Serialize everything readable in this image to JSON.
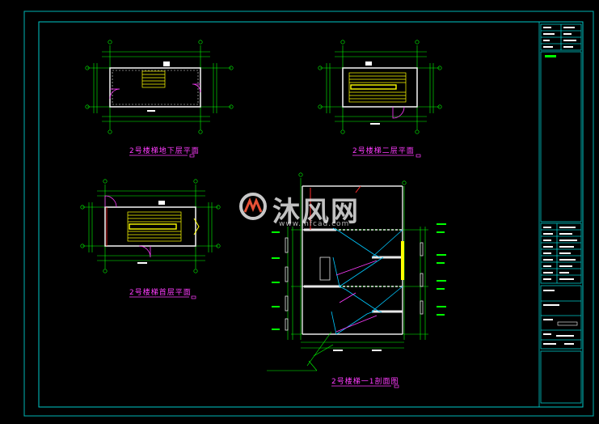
{
  "drawing": {
    "colors": {
      "background": "#000000",
      "frame": "#00c8c8",
      "wall": "#e8e8e8",
      "dimension": "#00ff00",
      "stair": "#ffff00",
      "door": "#ff3cff",
      "caption": "#ff3cff",
      "hatch": "#00c8ff",
      "red": "#ff2a2a"
    },
    "captions": {
      "basement_plan": "2号楼梯地下层平面",
      "second_floor_plan": "2号楼梯二层平面",
      "first_floor_plan": "2号楼梯首层平面",
      "section": "2号楼梯一1剖面图"
    },
    "watermark": {
      "text": "沐风网",
      "url": "www.mfcad.com",
      "logo": "mf-logo-icon"
    }
  }
}
